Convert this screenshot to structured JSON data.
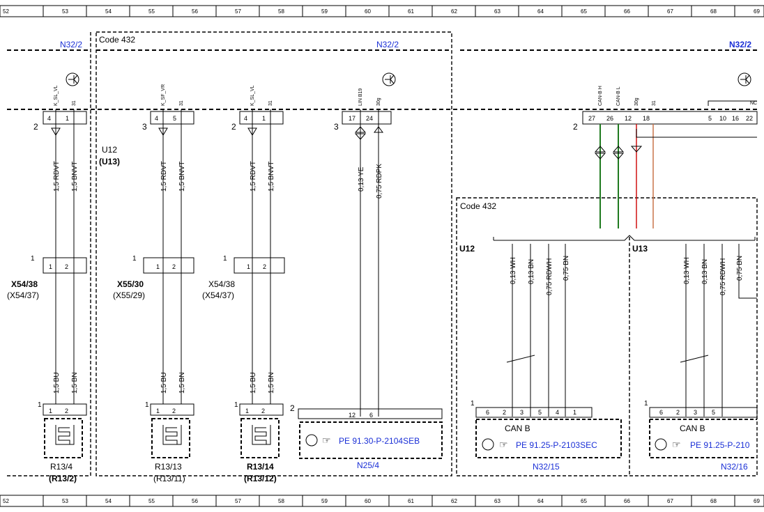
{
  "ruler": [
    "52",
    "53",
    "54",
    "55",
    "56",
    "57",
    "58",
    "59",
    "60",
    "61",
    "62",
    "63",
    "64",
    "65",
    "66",
    "67",
    "68",
    "69"
  ],
  "headers": {
    "n32_left": "N32/2",
    "n32_mid": "N32/2",
    "n32_right": "N32/2",
    "code432_top": "Code 432",
    "code432_lower": "Code 432"
  },
  "u12": {
    "label": "U12",
    "alt": "(U13)"
  },
  "u12_lower": "U12",
  "u13_lower": "U13",
  "sig": {
    "k_sl_vl": "K_SL_VL",
    "k_sf_vr": "K_SF_VR",
    "k_sl_vl2": "K_SL_VL",
    "lin_b19": "LIN B19",
    "can_h": "CAN-B H",
    "can_l": "CAN-B L",
    "s31": "31",
    "s30g": "30g",
    "nc": "NC"
  },
  "conn": {
    "a_num": "2",
    "a_p1": "4",
    "a_p2": "1",
    "b_num": "3",
    "b_p1": "4",
    "b_p2": "5",
    "c_num": "2",
    "c_p1": "4",
    "c_p2": "1",
    "d_num": "3",
    "d_p1": "17",
    "d_p2": "24",
    "e_num": "2",
    "e_pins": [
      "27",
      "26",
      "12",
      "18",
      "5",
      "10",
      "16",
      "22"
    ]
  },
  "wires": {
    "w1": "1,5 RDVT",
    "w2": "1,5 BNVT",
    "w3": "1,5 RDVT",
    "w4": "1,5 BNVT",
    "w5": "1,5 RDVT",
    "w6": "1,5 BNVT",
    "w7": "0,13 YE",
    "w8": "0,75 RDPK",
    "bu": "1,5 BU",
    "bn": "1,5 BN",
    "can_wh": "0,13 WH",
    "can_bn": "0,13 BN",
    "rdwh": "0,75 RDWH",
    "bn75": "0,75 BN"
  },
  "plugs": {
    "x1": "X54/38",
    "x1b": "(X54/37)",
    "x2": "X55/30",
    "x2b": "(X55/29)",
    "x3": "X54/38",
    "x3b": "(X54/37)",
    "one": "1",
    "two": "2"
  },
  "components": {
    "r1": "R13/4",
    "r1b": "(R13/2)",
    "r2": "R13/13",
    "r2b": "(R13/11)",
    "r3": "R13/14",
    "r3b": "(R13/12)",
    "n25": "N25/4",
    "n25_ref": "PE 91.30-P-2104SEB",
    "n32_15": "N32/15",
    "n32_15_ref": "PE 91.25-P-2103SEC",
    "n32_16": "N32/16",
    "n32_16_ref": "PE 91.25-P-210",
    "canb": "CAN B",
    "n25_pins": [
      "12",
      "6"
    ],
    "n32_pins": [
      "6",
      "2",
      "3",
      "5",
      "4",
      "1"
    ]
  }
}
